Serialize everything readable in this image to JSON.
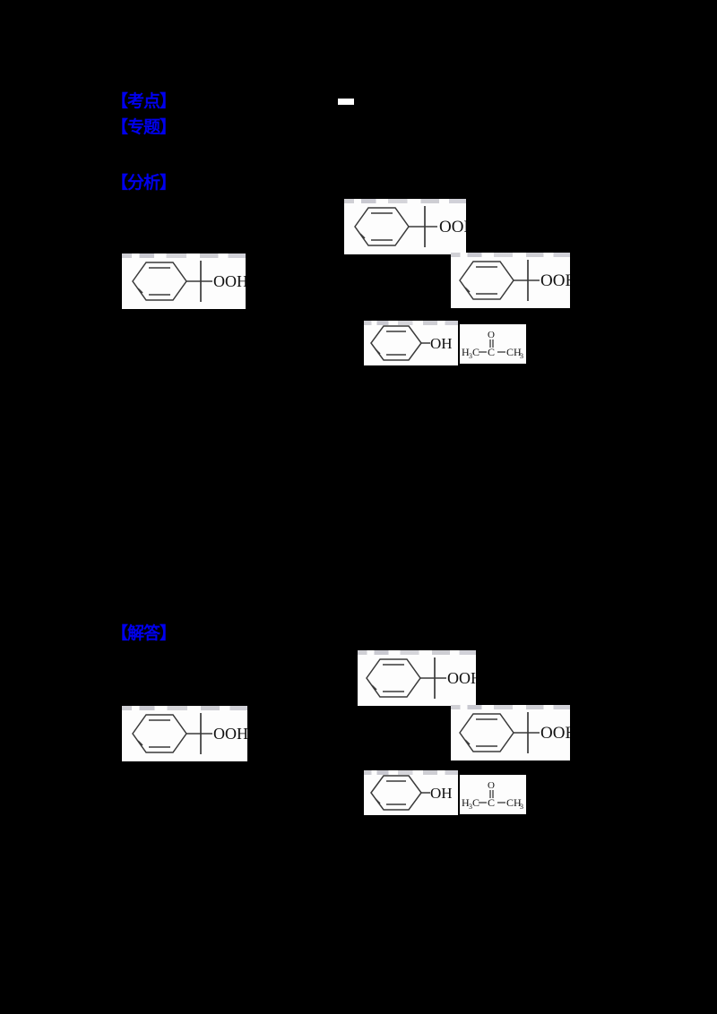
{
  "document": {
    "type": "scanned-exam-page",
    "background_color": "#000000",
    "label_color": "#0000ee",
    "panel_background": "#fdfdfd"
  },
  "sections": [
    {
      "id": "kaodian",
      "label": "【考点】"
    },
    {
      "id": "zhuanti",
      "label": "【专题】"
    },
    {
      "id": "fenxi",
      "label": "【分析】"
    },
    {
      "id": "jieda",
      "label": "【解答】"
    }
  ],
  "structures": {
    "cumene_hydroperoxide": {
      "name": "cumene-hydroperoxide",
      "substituent_label": "OOH"
    },
    "phenol": {
      "name": "phenol",
      "substituent_label": "OH"
    },
    "acetone": {
      "name": "acetone",
      "left_group": "H",
      "left_sub": "3",
      "left_rest": "C",
      "center_atom": "C",
      "oxygen": "O",
      "right_group": "CH",
      "right_sub": "3",
      "bond": "–"
    }
  },
  "panels": [
    {
      "id": "panel-1",
      "structure": "cumene_hydroperoxide",
      "group": "analysis"
    },
    {
      "id": "panel-2",
      "structure": "cumene_hydroperoxide",
      "group": "analysis"
    },
    {
      "id": "panel-3",
      "structure": "cumene_hydroperoxide",
      "group": "analysis"
    },
    {
      "id": "panel-4",
      "structure": "phenol",
      "group": "analysis"
    },
    {
      "id": "panel-5",
      "structure": "acetone",
      "group": "analysis"
    },
    {
      "id": "panel-6",
      "structure": "cumene_hydroperoxide",
      "group": "solution"
    },
    {
      "id": "panel-7",
      "structure": "cumene_hydroperoxide",
      "group": "solution"
    },
    {
      "id": "panel-8",
      "structure": "cumene_hydroperoxide",
      "group": "solution"
    },
    {
      "id": "panel-9",
      "structure": "phenol",
      "group": "solution"
    },
    {
      "id": "panel-10",
      "structure": "acetone",
      "group": "solution"
    }
  ],
  "artifacts": {
    "white_mark_label": ""
  }
}
